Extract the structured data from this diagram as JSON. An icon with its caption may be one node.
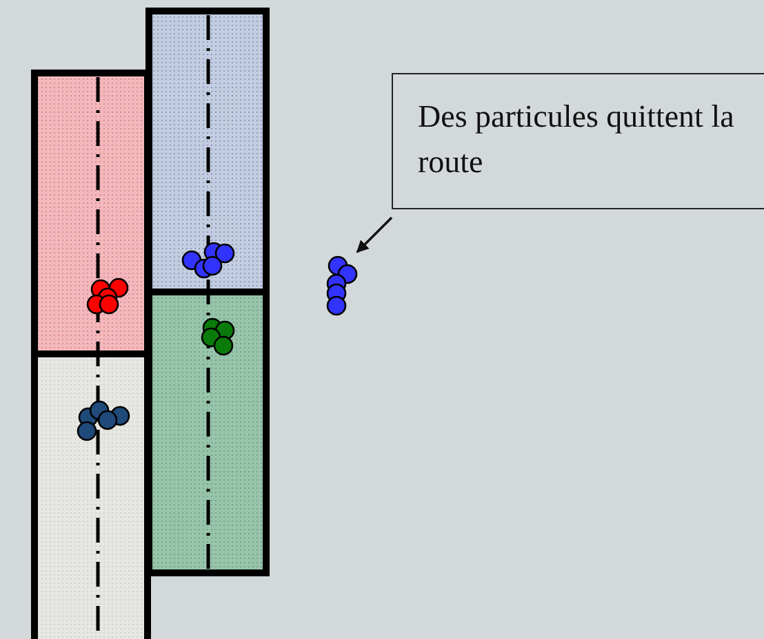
{
  "diagram": {
    "nodes": [
      {
        "text": [
          "Des particules quittent la route"
        ]
      },
      {
        "text": [],
        "shape": "circle"
      },
      {
        "text": [],
        "shape": "circle"
      },
      {
        "text": [],
        "shape": "circle"
      },
      {
        "text": [],
        "shape": "circle"
      },
      {
        "text": [],
        "shape": "circle"
      }
    ],
    "edges": [
      {
        "from": 0,
        "to": 5,
        "arrow": "to"
      }
    ]
  }
}
